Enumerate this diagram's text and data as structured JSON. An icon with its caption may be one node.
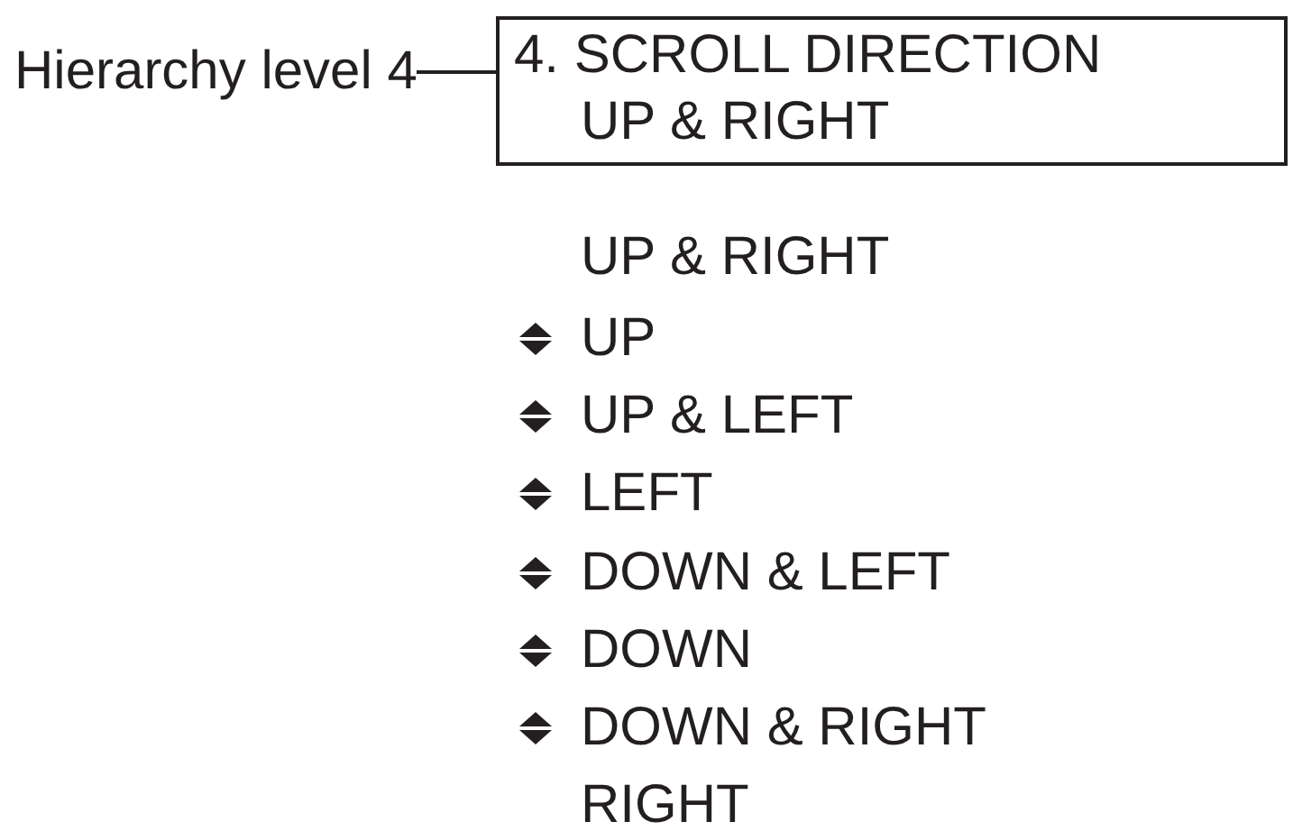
{
  "diagram": {
    "nodes": [
      {
        "text": [
          "Hierarchy level 4"
        ]
      },
      {
        "text": [
          "4. SCROLL DIRECTION",
          "UP & RIGHT"
        ]
      }
    ],
    "edges": [
      {
        "from": 0,
        "to": 1,
        "arrow": "none"
      }
    ],
    "labels": [
      "UP & RIGHT",
      "UP",
      "UP & LEFT",
      "LEFT",
      "DOWN & LEFT",
      "DOWN",
      "DOWN & RIGHT",
      "RIGHT"
    ]
  }
}
